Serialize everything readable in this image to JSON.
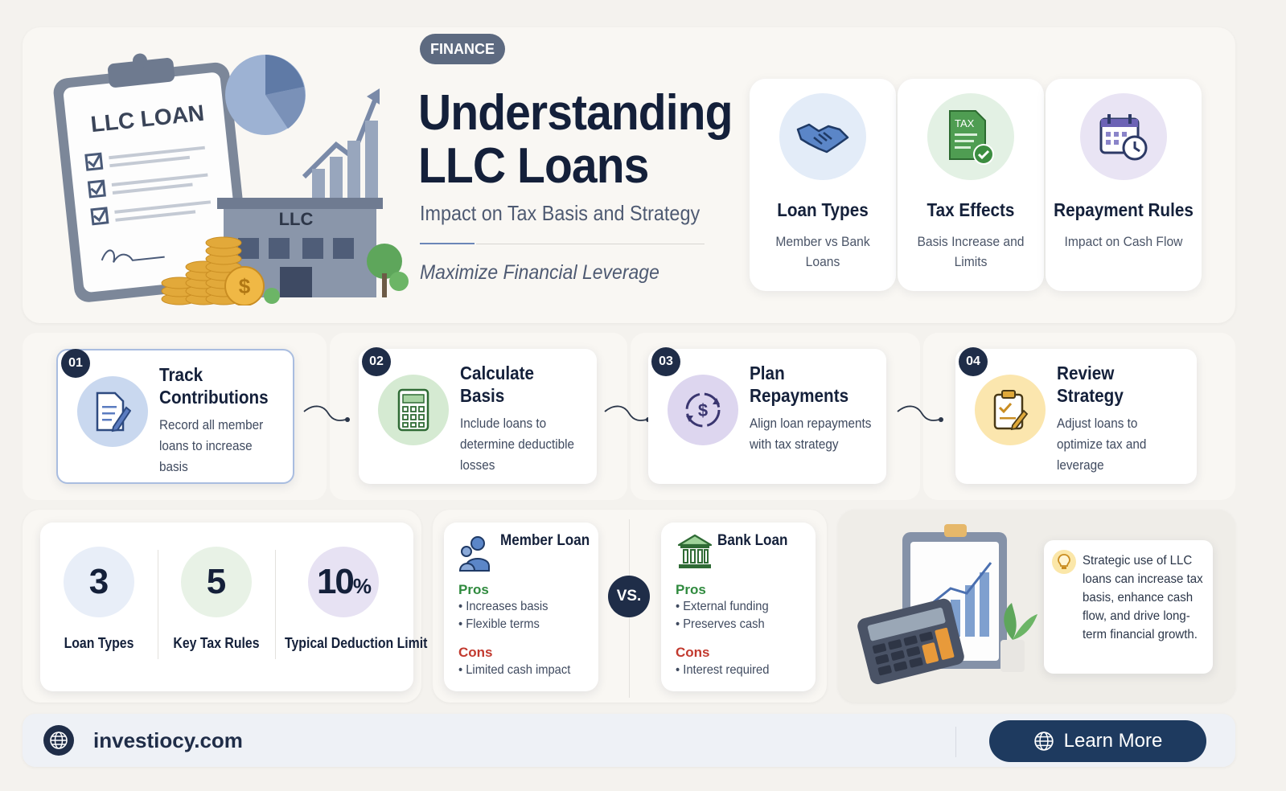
{
  "hero": {
    "badge": "FINANCE",
    "title": "Understanding LLC Loans",
    "subtitle": "Impact on Tax Basis and Strategy",
    "tagline": "Maximize Financial Leverage",
    "illustration": {
      "clipboard_title": "LLC LOAN",
      "building_sign": "LLC",
      "coin_symbol": "$"
    }
  },
  "features": [
    {
      "title": "Loan Types",
      "desc": "Member vs Bank Loans",
      "icon": "handshake-icon",
      "color": "#e3ecf8"
    },
    {
      "title": "Tax Effects",
      "desc": "Basis Increase and Limits",
      "icon": "tax-document-icon",
      "color": "#e3f1e4",
      "icon_text": "TAX"
    },
    {
      "title": "Repayment Rules",
      "desc": "Impact on Cash Flow",
      "icon": "calendar-clock-icon",
      "color": "#e9e4f4"
    }
  ],
  "steps": [
    {
      "num": "01",
      "title": "Track Contributions",
      "desc": "Record all member loans to increase basis",
      "icon": "document-pen-icon",
      "color": "#c9d8ef"
    },
    {
      "num": "02",
      "title": "Calculate Basis",
      "desc": "Include loans to determine deductible losses",
      "icon": "calculator-icon",
      "color": "#d5ead2"
    },
    {
      "num": "03",
      "title": "Plan Repayments",
      "desc": "Align loan repayments with tax strategy",
      "icon": "dollar-cycle-icon",
      "color": "#ddd6ef"
    },
    {
      "num": "04",
      "title": "Review Strategy",
      "desc": "Adjust loans to optimize tax and leverage",
      "icon": "clipboard-check-icon",
      "color": "#fbe6ae"
    }
  ],
  "stats": [
    {
      "value": "3",
      "label": "Loan Types",
      "color": "#e8eef8"
    },
    {
      "value": "5",
      "label": "Key Tax Rules",
      "color": "#e8f2e6"
    },
    {
      "value": "10",
      "unit": "%",
      "label": "Typical Deduction Limit",
      "color": "#e7e2f3"
    }
  ],
  "compare": {
    "vs": "VS.",
    "pros_label": "Pros",
    "cons_label": "Cons",
    "member": {
      "title": "Member Loan",
      "pros": [
        "• Increases basis",
        "• Flexible terms"
      ],
      "cons": [
        "• Limited cash impact"
      ]
    },
    "bank": {
      "title": "Bank Loan",
      "pros": [
        "• External funding",
        "• Preserves cash"
      ],
      "cons": [
        "• Interest required"
      ]
    }
  },
  "insight": {
    "text": "Strategic use of LLC loans can increase tax basis, enhance cash flow, and drive long-term financial growth."
  },
  "footer": {
    "site": "investiocy.com",
    "button": "Learn More"
  },
  "colors": {
    "navy": "#1f2d48",
    "button": "#1e3a5f",
    "pros": "#2f8a3e",
    "cons": "#c23a2f"
  }
}
